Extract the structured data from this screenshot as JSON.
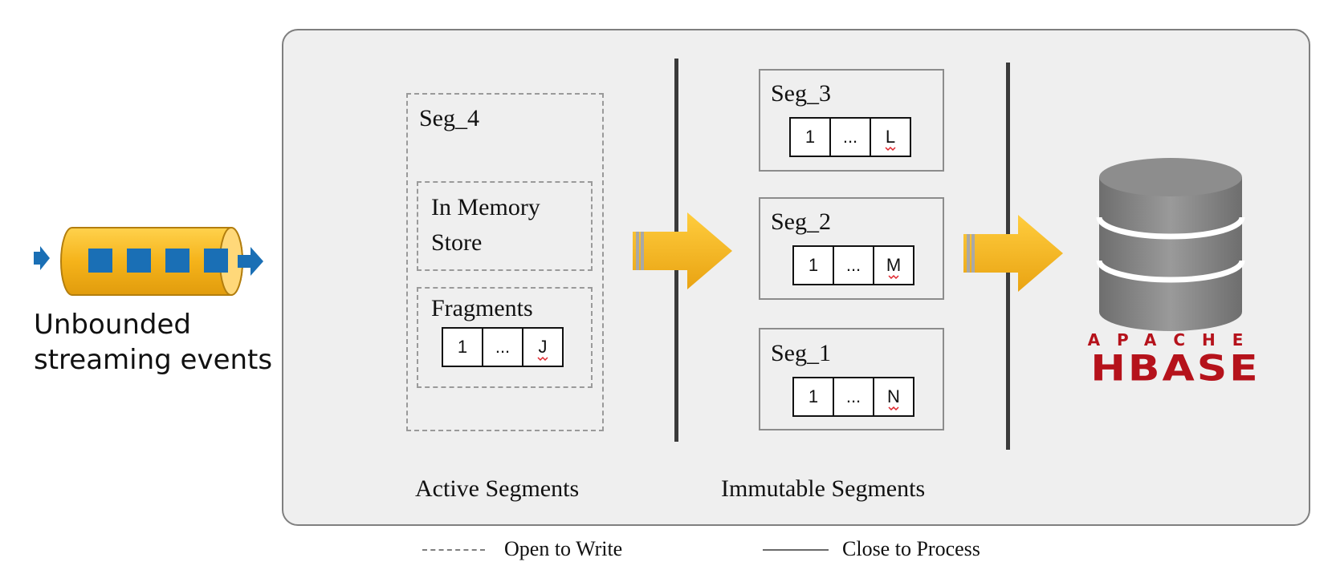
{
  "stream": {
    "label_line1": "Unbounded",
    "label_line2": "streaming events"
  },
  "active": {
    "segment_title": "Seg_4",
    "memory_line1": "In Memory",
    "memory_line2": "Store",
    "fragments_label": "Fragments",
    "record": {
      "first": "1",
      "middle": "...",
      "last": "J"
    },
    "caption": "Active Segments"
  },
  "immutable": {
    "segments": [
      {
        "title": "Seg_3",
        "first": "1",
        "middle": "...",
        "last": "L"
      },
      {
        "title": "Seg_2",
        "first": "1",
        "middle": "...",
        "last": "M"
      },
      {
        "title": "Seg_1",
        "first": "1",
        "middle": "...",
        "last": "N"
      }
    ],
    "caption": "Immutable Segments"
  },
  "hbase": {
    "line1": "APACHE",
    "line2": "HBASE"
  },
  "legend": {
    "dashed_label": "Open to Write",
    "solid_label": "Close to Process"
  },
  "colors": {
    "pipe": "#f5b31a",
    "event": "#1a6fb5",
    "arrow": "#f3b31c",
    "hbase_red": "#b5121b",
    "db_gray": "#7d7d7d"
  }
}
